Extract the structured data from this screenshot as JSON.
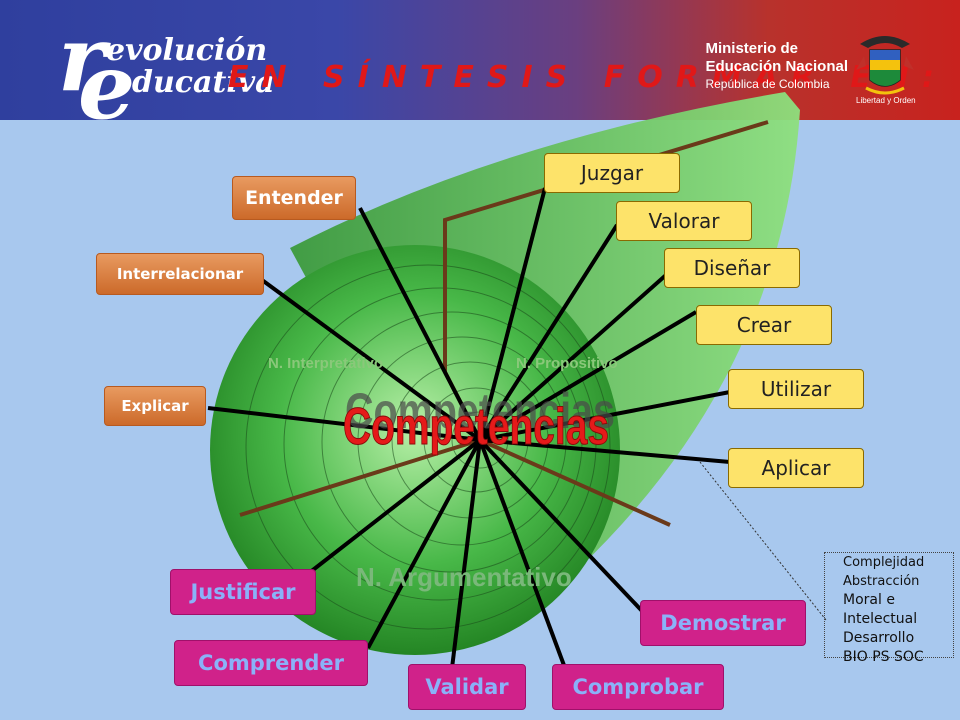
{
  "header": {
    "logo_r": "r",
    "logo_e": "e",
    "logo_line1": "evolución",
    "logo_line2": "ducativa",
    "title": "EN SÍNTESIS FORMAR EN:",
    "ministry_line1": "Ministerio de",
    "ministry_line2": "Educación Nacional",
    "ministry_line3": "República de Colombia",
    "motto": "Libertad y Orden",
    "crest_icon": "colombia-coat-of-arms-icon"
  },
  "diagram": {
    "center_label": "Competencias",
    "sector_interpretativo": "N. Interpretativo",
    "sector_propositivo": "N. Propositivo",
    "sector_argumentativo": "N. Argumentativo",
    "colors": {
      "orange": "#d9783a",
      "yellow": "#fde36a",
      "magenta": "#d0228a",
      "green": "#3cb43c",
      "brown": "#6a3a1a"
    },
    "orange_items": [
      "Entender",
      "Interrelacionar",
      "Explicar"
    ],
    "yellow_items": [
      "Juzgar",
      "Valorar",
      "Diseñar",
      "Crear",
      "Utilizar",
      "Aplicar"
    ],
    "magenta_items": [
      "Justificar",
      "Comprender",
      "Validar",
      "Comprobar",
      "Demostrar"
    ]
  },
  "legend": {
    "lines": [
      "Complejidad",
      "Abstracción",
      "Moral e",
      "Intelectual",
      "Desarrollo",
      "BIO PS SOC"
    ]
  }
}
